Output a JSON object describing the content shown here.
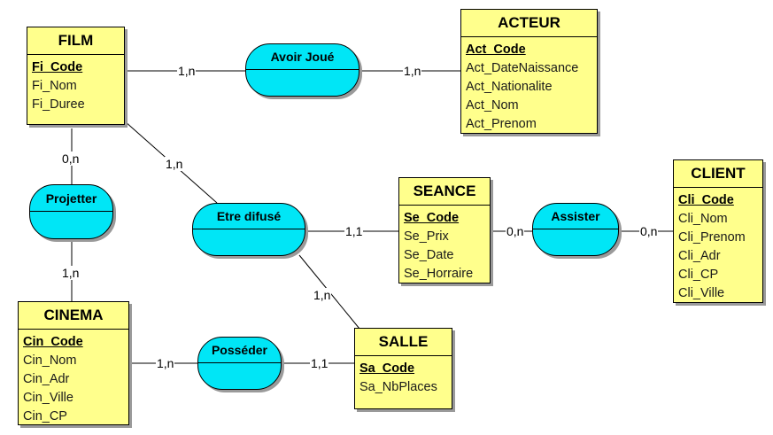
{
  "entities": {
    "film": {
      "name": "FILM",
      "key": "Fi_Code",
      "attributes": [
        "Fi_Nom",
        "Fi_Duree"
      ]
    },
    "acteur": {
      "name": "ACTEUR",
      "key": "Act_Code",
      "attributes": [
        "Act_DateNaissance",
        "Act_Nationalite",
        "Act_Nom",
        "Act_Prenom"
      ]
    },
    "seance": {
      "name": "SEANCE",
      "key": "Se_Code",
      "attributes": [
        "Se_Prix",
        "Se_Date",
        "Se_Horraire"
      ]
    },
    "client": {
      "name": "CLIENT",
      "key": "Cli_Code",
      "attributes": [
        "Cli_Nom",
        "Cli_Prenom",
        "Cli_Adr",
        "Cli_CP",
        "Cli_Ville"
      ]
    },
    "cinema": {
      "name": "CINEMA",
      "key": "Cin_Code",
      "attributes": [
        "Cin_Nom",
        "Cin_Adr",
        "Cin_Ville",
        "Cin_CP"
      ]
    },
    "salle": {
      "name": "SALLE",
      "key": "Sa_Code",
      "attributes": [
        "Sa_NbPlaces"
      ]
    }
  },
  "associations": {
    "avoir_joue": "Avoir Joué",
    "projetter": "Projetter",
    "etre_difuse": "Etre difusé",
    "assister": "Assister",
    "posseder": "Posséder"
  },
  "cardinalities": {
    "film_avoir_joue": "1,n",
    "acteur_avoir_joue": "1,n",
    "film_projetter": "0,n",
    "cinema_projetter": "1,n",
    "film_etre_difuse": "1,n",
    "seance_etre_difuse": "1,1",
    "salle_etre_difuse": "1,n",
    "seance_assister": "0,n",
    "client_assister": "0,n",
    "cinema_posseder": "1,n",
    "salle_posseder": "1,1"
  }
}
